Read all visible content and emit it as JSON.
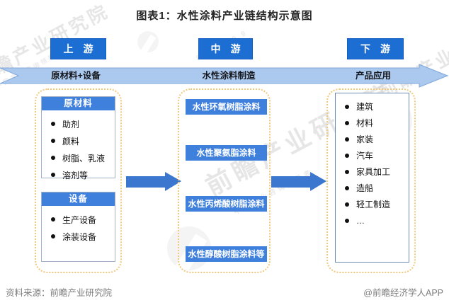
{
  "title": "图表1：水性涂料产业链结构示意图",
  "colors": {
    "stage_box_blue": "#1c6ed2",
    "content_blue": "#3f80dc",
    "band_fill": "#abc9ee",
    "band_stroke": "#7fa7db",
    "arrow_blue": "#3b76cf",
    "dashed_border": "#f2c87c",
    "footer_gray": "#7d7d7d"
  },
  "stages": [
    {
      "label": "上　游",
      "band_label": "原材料+设备"
    },
    {
      "label": "中　游",
      "band_label": "水性涂料制造"
    },
    {
      "label": "下　游",
      "band_label": "产品应用"
    }
  ],
  "upstream": {
    "groups": [
      {
        "header": "原材料",
        "items": [
          "助剂",
          "颜料",
          "树脂、乳液",
          "溶剂等"
        ]
      },
      {
        "header": "设备",
        "items": [
          "生产设备",
          "涂装设备"
        ]
      }
    ]
  },
  "midstream": {
    "products": [
      "水性环氧树脂涂料",
      "水性聚氨脂涂料",
      "水性丙烯酸树脂涂料",
      "水性醇酸树脂涂料等"
    ]
  },
  "downstream": {
    "applications": [
      "建筑",
      "材料",
      "家装",
      "汽车",
      "家具加工",
      "造船",
      "轻工制造",
      "…"
    ]
  },
  "footer": {
    "source": "资料来源：前瞻产业研究院",
    "credit": "@前瞻经济学人APP"
  },
  "watermark": {
    "main": "前瞻产业研究院",
    "sub": "中国产业咨询领导者",
    "digits": "8 3 9 5 9 9"
  }
}
